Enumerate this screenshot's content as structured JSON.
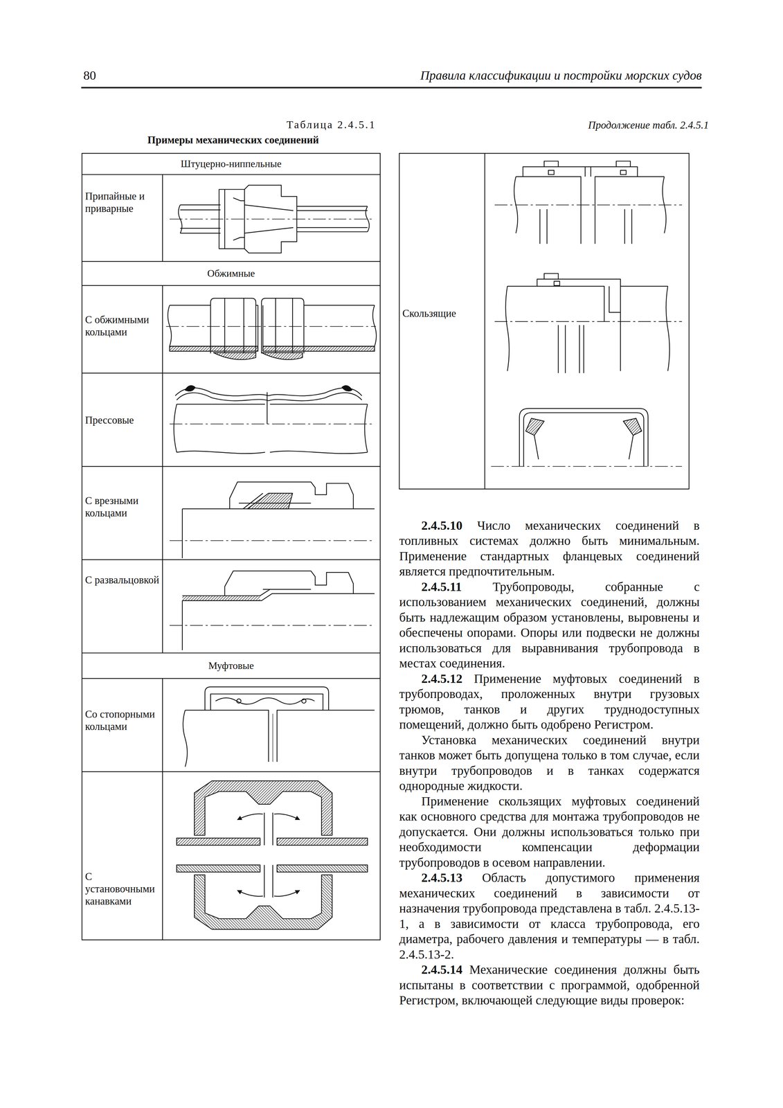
{
  "diagram": {
    "nodes": [
      {
        "text": [
          "Штуцерно-ниппельные"
        ]
      },
      {
        "text": [
          "Припайные и приварные"
        ]
      },
      {
        "text": [
          "Обжимные"
        ]
      },
      {
        "text": [
          "С обжимными кольцами"
        ]
      },
      {
        "text": [
          "Прессовые"
        ]
      },
      {
        "text": [
          "С врезными кольцами"
        ]
      },
      {
        "text": [
          "С развальцовкой"
        ]
      },
      {
        "text": [
          "Муфтовые"
        ]
      },
      {
        "text": [
          "Со стопорными кольцами"
        ]
      },
      {
        "text": [
          "С установочными канавками"
        ]
      },
      {
        "text": [
          "Скользящие"
        ]
      }
    ],
    "labels": [
      "80",
      "Правила классификации и постройки морских судов",
      "Таблица 2.4.5.1",
      "Примеры механических соединений",
      "Продолжение табл. 2.4.5.1",
      "2.4.5.10",
      "Число механических соединений в топливных системах должно быть минимальным. Применение стандартных фланцевых соединений является предпочтительным.",
      "2.4.5.11",
      "Трубопроводы, собранные с использованием механических соединений, должны быть надлежащим образом установлены, выровнены и обеспечены опорами. Опоры или подвески не должны использоваться для выравнивания трубопровода в местах соединения.",
      "2.4.5.12",
      "Применение муфтовых соединений в трубопроводах, проложенных внутри грузовых трюмов, танков и других труднодоступных помещений, должно быть одобрено Регистром.",
      "Установка механических соединений внутри танков может быть допущена только в том случае, если внутри трубопроводов и в танках содержатся однородные жидкости.",
      "Применение скользящих муфтовых соединений как основного средства для монтажа трубопроводов не допускается. Они должны использоваться только при необходимости компенсации деформации трубопроводов в осевом направлении.",
      "2.4.5.13",
      "Область допустимого применения механических соединений в зависимости от назначения трубопровода представлена в табл. 2.4.5.13-1, а в зависимости от класса трубопровода, его диаметра, рабочего давления и температуры — в табл. 2.4.5.13-2.",
      "2.4.5.14",
      "Механические соединения должны быть испытаны в соответствии с программой, одобренной Регистром, включающей следующие виды проверок:"
    ]
  }
}
